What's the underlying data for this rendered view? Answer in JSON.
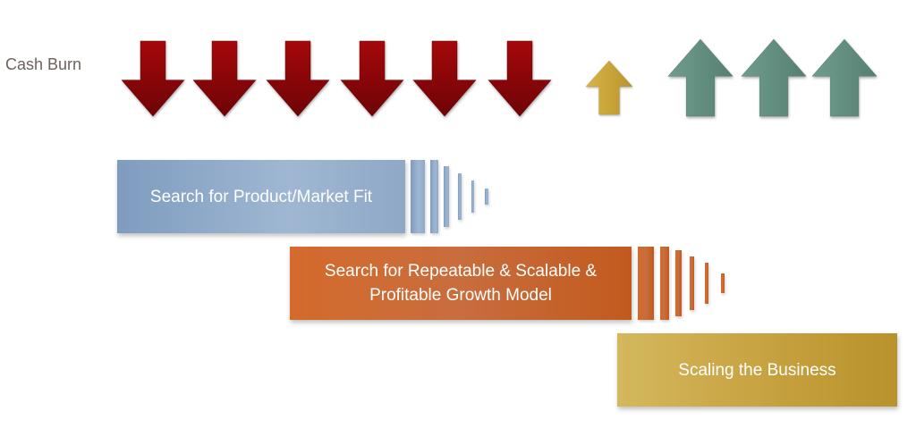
{
  "cash_label": "Cash Burn",
  "arrows": {
    "down_count": 6,
    "small_up_count": 1,
    "large_up_count": 3,
    "down_color": "#a5080a",
    "small_up_color": "#d9b548",
    "large_up_color": "#6f9d8d"
  },
  "phases": [
    {
      "label": "Search for Product/Market Fit",
      "color": "#8ea8c6"
    },
    {
      "label": "Search for Repeatable & Scalable & Profitable Growth Model",
      "color": "#c8652c"
    },
    {
      "label": "Scaling the Business",
      "color": "#c9a544"
    }
  ]
}
